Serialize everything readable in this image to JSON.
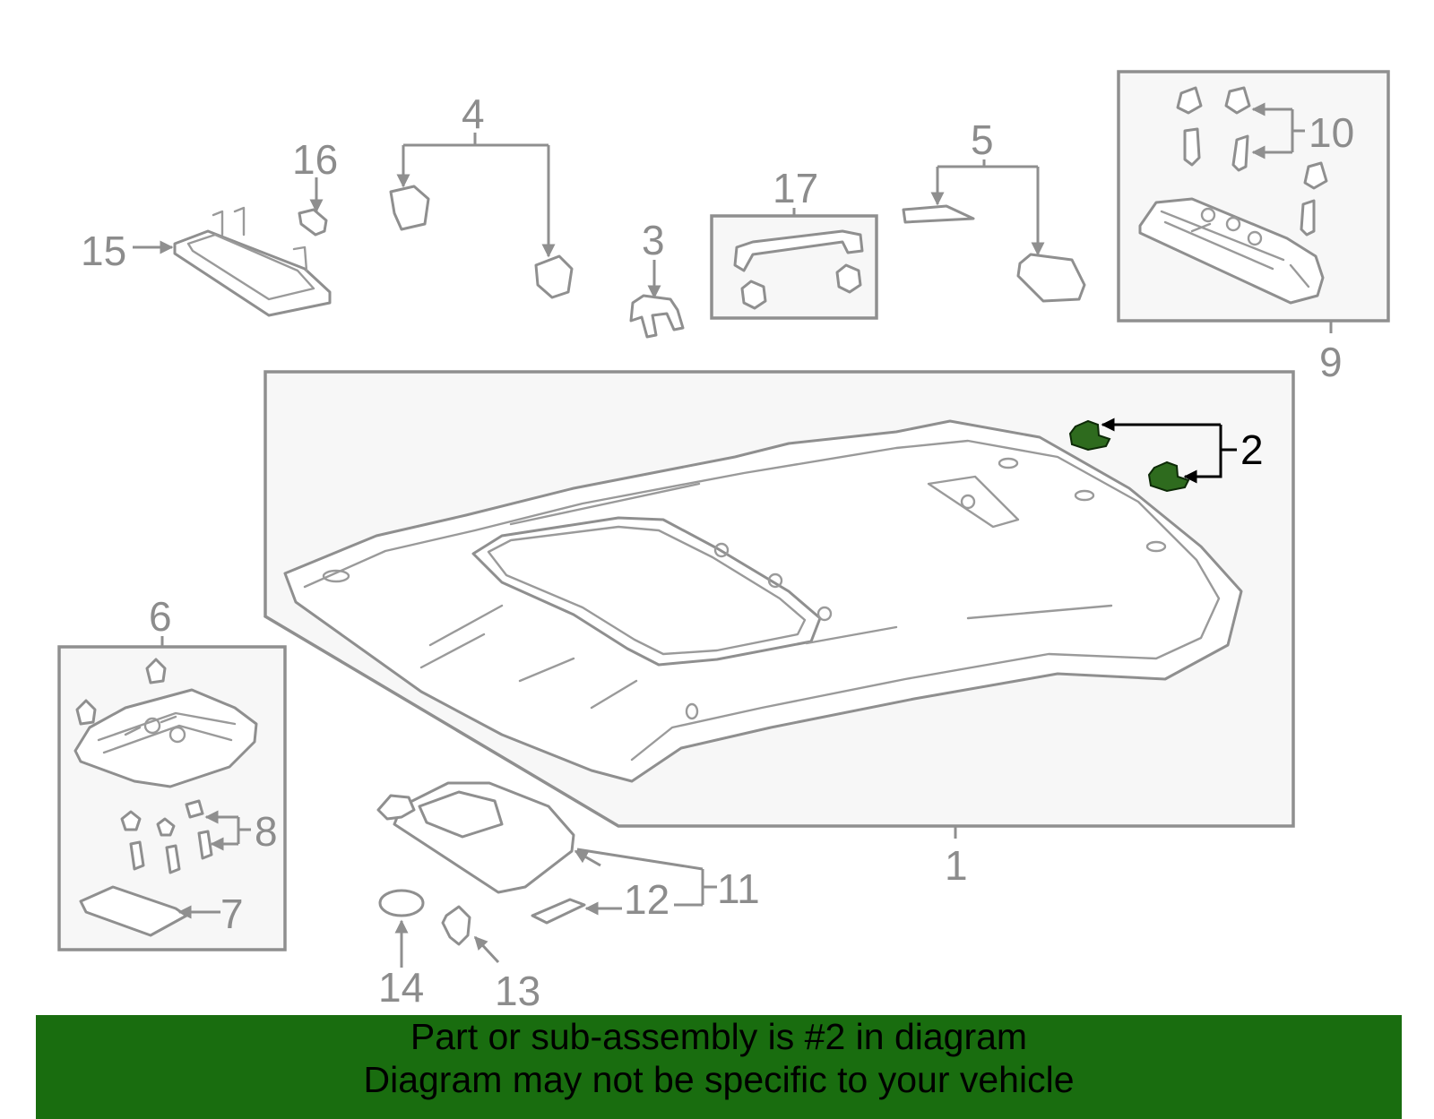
{
  "callouts": {
    "c1": "1",
    "c2": "2",
    "c3": "3",
    "c4": "4",
    "c5": "5",
    "c6": "6",
    "c7": "7",
    "c8": "8",
    "c9": "9",
    "c10": "10",
    "c11": "11",
    "c12": "12",
    "c13": "13",
    "c14": "14",
    "c15": "15",
    "c16": "16",
    "c17": "17"
  },
  "highlight": {
    "part": "2",
    "color": "#2e6b1e"
  },
  "banner": {
    "line1": "Part or sub-assembly is #2 in diagram",
    "line2": "Diagram may not be specific to your vehicle",
    "color": "#196d0f"
  },
  "colors": {
    "line": "#8f8f8f",
    "box_fill": "#f7f7f7",
    "callout_text": "#8c8c8c"
  }
}
